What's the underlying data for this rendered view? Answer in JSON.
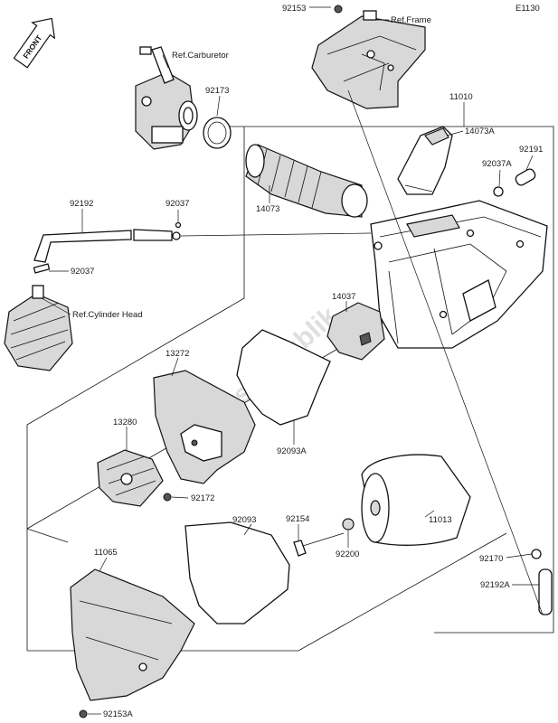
{
  "diagram_code": "E1130",
  "front_badge": "FRONT",
  "watermark": "PartsRepublik",
  "references": {
    "carburetor": "Ref.Carburetor",
    "frame": "Ref.Frame",
    "cylinder_head": "Ref.Cylinder Head"
  },
  "part_numbers": {
    "p92153": "92153",
    "p11010": "11010",
    "p92173": "92173",
    "p14073A": "14073A",
    "p92191": "92191",
    "p92037A": "92037A",
    "p14073": "14073",
    "p92192": "92192",
    "p92037_top": "92037",
    "p92037_left": "92037",
    "p14037": "14037",
    "p13272": "13272",
    "p13280": "13280",
    "p92093A": "92093A",
    "p92172": "92172",
    "p92093": "92093",
    "p92154": "92154",
    "p11013": "11013",
    "p92200": "92200",
    "p11065": "11065",
    "p92170": "92170",
    "p92192A": "92192A",
    "p92153A": "92153A"
  }
}
